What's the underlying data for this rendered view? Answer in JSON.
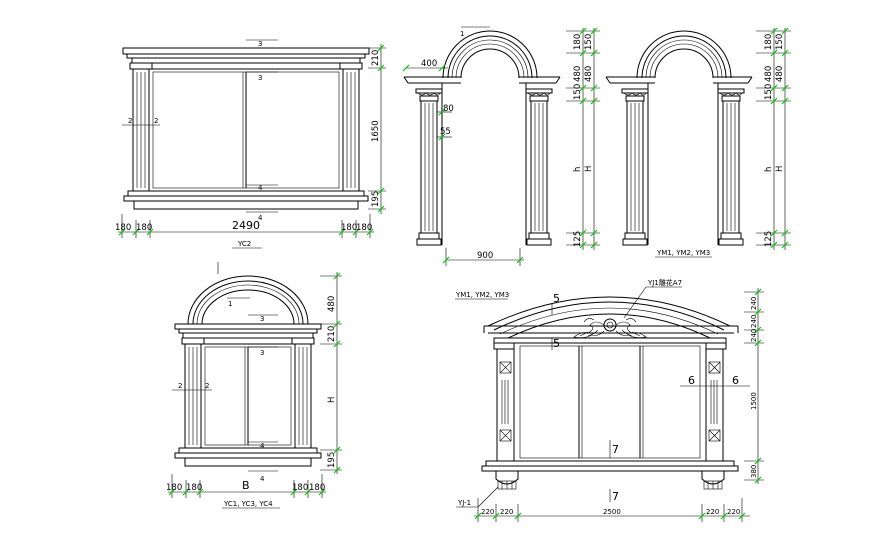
{
  "colors": {
    "line": "#000000",
    "dimension_tick": "#00cc00",
    "background": "#ffffff"
  },
  "yc2": {
    "caption": "YC2",
    "width": "2490",
    "side_dims": [
      "180",
      "180",
      "180",
      "180"
    ],
    "v_dims": [
      "210",
      "1650",
      "195"
    ],
    "marks": [
      "3",
      "3",
      "4",
      "4",
      "2",
      "2"
    ]
  },
  "arch1": {
    "dims": [
      "400",
      "80",
      "55"
    ],
    "bottom_dim": "900",
    "v_dims": [
      "180",
      "150",
      "480",
      "480",
      "150",
      "h",
      "H",
      "125"
    ],
    "mark": "1"
  },
  "arch2": {
    "caption": "YM1, YM2, YM3",
    "v_dims": [
      "180",
      "150",
      "480",
      "480",
      "150",
      "h",
      "H",
      "125"
    ]
  },
  "yc1": {
    "caption": "YC1, YC3, YC4",
    "width": "B",
    "side_dims": [
      "180",
      "180",
      "180",
      "180"
    ],
    "v_dims": [
      "480",
      "210",
      "H",
      "195"
    ],
    "marks": [
      "1",
      "3",
      "3",
      "4",
      "4",
      "2",
      "2"
    ]
  },
  "ym": {
    "title": "YM1, YM2, YM3",
    "callout": "YJ1雕花A7",
    "width": "2500",
    "side_dims": [
      "220",
      "220",
      "220",
      "220"
    ],
    "v_dims": [
      "240",
      "240",
      "240",
      "1500",
      "380"
    ],
    "marks": [
      "5",
      "5",
      "6",
      "6",
      "7",
      "7"
    ],
    "bracket_label": "YJ-1"
  }
}
